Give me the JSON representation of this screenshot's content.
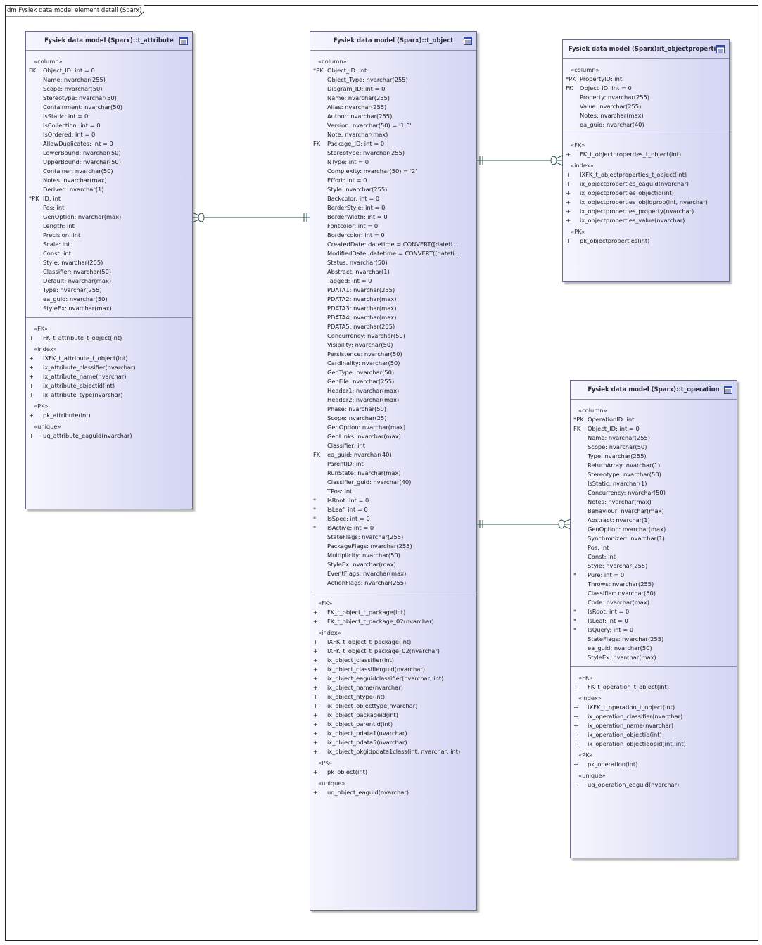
{
  "diagram": {
    "title": "dm Fysiek data model element detail (Sparx)"
  },
  "entities": [
    {
      "id": "t_attribute",
      "name": "Fysiek data model (Sparx)::t_attribute",
      "icon": "table-icon",
      "columns_stereotype": "«column»",
      "columns": [
        {
          "mark": "FK",
          "text": "Object_ID: int = 0"
        },
        {
          "mark": "",
          "text": "Name: nvarchar(255)"
        },
        {
          "mark": "",
          "text": "Scope: nvarchar(50)"
        },
        {
          "mark": "",
          "text": "Stereotype: nvarchar(50)"
        },
        {
          "mark": "",
          "text": "Containment: nvarchar(50)"
        },
        {
          "mark": "",
          "text": "IsStatic: int = 0"
        },
        {
          "mark": "",
          "text": "IsCollection: int = 0"
        },
        {
          "mark": "",
          "text": "IsOrdered: int = 0"
        },
        {
          "mark": "",
          "text": "AllowDuplicates: int = 0"
        },
        {
          "mark": "",
          "text": "LowerBound: nvarchar(50)"
        },
        {
          "mark": "",
          "text": "UpperBound: nvarchar(50)"
        },
        {
          "mark": "",
          "text": "Container: nvarchar(50)"
        },
        {
          "mark": "",
          "text": "Notes: nvarchar(max)"
        },
        {
          "mark": "",
          "text": "Derived: nvarchar(1)"
        },
        {
          "mark": "*PK",
          "text": "ID: int"
        },
        {
          "mark": "",
          "text": "Pos: int"
        },
        {
          "mark": "",
          "text": "GenOption: nvarchar(max)"
        },
        {
          "mark": "",
          "text": "Length: int"
        },
        {
          "mark": "",
          "text": "Precision: int"
        },
        {
          "mark": "",
          "text": "Scale: int"
        },
        {
          "mark": "",
          "text": "Const: int"
        },
        {
          "mark": "",
          "text": "Style: nvarchar(255)"
        },
        {
          "mark": "",
          "text": "Classifier: nvarchar(50)"
        },
        {
          "mark": "",
          "text": "Default: nvarchar(max)"
        },
        {
          "mark": "",
          "text": "Type: nvarchar(255)"
        },
        {
          "mark": "",
          "text": "ea_guid: nvarchar(50)"
        },
        {
          "mark": "",
          "text": "StyleEx: nvarchar(max)"
        }
      ],
      "operations": [
        {
          "stereotype": "«FK»",
          "items": [
            "FK_t_attribute_t_object(int)"
          ]
        },
        {
          "stereotype": "«index»",
          "items": [
            "IXFK_t_attribute_t_object(int)",
            "ix_attribute_classifier(nvarchar)",
            "ix_attribute_name(nvarchar)",
            "ix_attribute_objectid(int)",
            "ix_attribute_type(nvarchar)"
          ]
        },
        {
          "stereotype": "«PK»",
          "items": [
            "pk_attribute(int)"
          ]
        },
        {
          "stereotype": "«unique»",
          "items": [
            "uq_attribute_eaguid(nvarchar)"
          ]
        }
      ]
    },
    {
      "id": "t_object",
      "name": "Fysiek data model (Sparx)::t_object",
      "icon": "table-icon",
      "columns_stereotype": "«column»",
      "columns": [
        {
          "mark": "*PK",
          "text": "Object_ID: int"
        },
        {
          "mark": "",
          "text": "Object_Type: nvarchar(255)"
        },
        {
          "mark": "",
          "text": "Diagram_ID: int = 0"
        },
        {
          "mark": "",
          "text": "Name: nvarchar(255)"
        },
        {
          "mark": "",
          "text": "Alias: nvarchar(255)"
        },
        {
          "mark": "",
          "text": "Author: nvarchar(255)"
        },
        {
          "mark": "",
          "text": "Version: nvarchar(50) = '1.0'"
        },
        {
          "mark": "",
          "text": "Note: nvarchar(max)"
        },
        {
          "mark": "FK",
          "text": "Package_ID: int = 0"
        },
        {
          "mark": "",
          "text": "Stereotype: nvarchar(255)"
        },
        {
          "mark": "",
          "text": "NType: int = 0"
        },
        {
          "mark": "",
          "text": "Complexity: nvarchar(50) = '2'"
        },
        {
          "mark": "",
          "text": "Effort: int = 0"
        },
        {
          "mark": "",
          "text": "Style: nvarchar(255)"
        },
        {
          "mark": "",
          "text": "Backcolor: int = 0"
        },
        {
          "mark": "",
          "text": "BorderStyle: int = 0"
        },
        {
          "mark": "",
          "text": "BorderWidth: int = 0"
        },
        {
          "mark": "",
          "text": "Fontcolor: int = 0"
        },
        {
          "mark": "",
          "text": "Bordercolor: int = 0"
        },
        {
          "mark": "",
          "text": "CreatedDate: datetime = CONVERT([dateti..."
        },
        {
          "mark": "",
          "text": "ModifiedDate: datetime = CONVERT([dateti..."
        },
        {
          "mark": "",
          "text": "Status: nvarchar(50)"
        },
        {
          "mark": "",
          "text": "Abstract: nvarchar(1)"
        },
        {
          "mark": "",
          "text": "Tagged: int = 0"
        },
        {
          "mark": "",
          "text": "PDATA1: nvarchar(255)"
        },
        {
          "mark": "",
          "text": "PDATA2: nvarchar(max)"
        },
        {
          "mark": "",
          "text": "PDATA3: nvarchar(max)"
        },
        {
          "mark": "",
          "text": "PDATA4: nvarchar(max)"
        },
        {
          "mark": "",
          "text": "PDATA5: nvarchar(255)"
        },
        {
          "mark": "",
          "text": "Concurrency: nvarchar(50)"
        },
        {
          "mark": "",
          "text": "Visibility: nvarchar(50)"
        },
        {
          "mark": "",
          "text": "Persistence: nvarchar(50)"
        },
        {
          "mark": "",
          "text": "Cardinality: nvarchar(50)"
        },
        {
          "mark": "",
          "text": "GenType: nvarchar(50)"
        },
        {
          "mark": "",
          "text": "GenFile: nvarchar(255)"
        },
        {
          "mark": "",
          "text": "Header1: nvarchar(max)"
        },
        {
          "mark": "",
          "text": "Header2: nvarchar(max)"
        },
        {
          "mark": "",
          "text": "Phase: nvarchar(50)"
        },
        {
          "mark": "",
          "text": "Scope: nvarchar(25)"
        },
        {
          "mark": "",
          "text": "GenOption: nvarchar(max)"
        },
        {
          "mark": "",
          "text": "GenLinks: nvarchar(max)"
        },
        {
          "mark": "",
          "text": "Classifier: int"
        },
        {
          "mark": "FK",
          "text": "ea_guid: nvarchar(40)"
        },
        {
          "mark": "",
          "text": "ParentID: int"
        },
        {
          "mark": "",
          "text": "RunState: nvarchar(max)"
        },
        {
          "mark": "",
          "text": "Classifier_guid: nvarchar(40)"
        },
        {
          "mark": "",
          "text": "TPos: int"
        },
        {
          "mark": "*",
          "text": "IsRoot: int = 0"
        },
        {
          "mark": "*",
          "text": "IsLeaf: int = 0"
        },
        {
          "mark": "*",
          "text": "IsSpec: int = 0"
        },
        {
          "mark": "*",
          "text": "IsActive: int = 0"
        },
        {
          "mark": "",
          "text": "StateFlags: nvarchar(255)"
        },
        {
          "mark": "",
          "text": "PackageFlags: nvarchar(255)"
        },
        {
          "mark": "",
          "text": "Multiplicity: nvarchar(50)"
        },
        {
          "mark": "",
          "text": "StyleEx: nvarchar(max)"
        },
        {
          "mark": "",
          "text": "EventFlags: nvarchar(max)"
        },
        {
          "mark": "",
          "text": "ActionFlags: nvarchar(255)"
        }
      ],
      "operations": [
        {
          "stereotype": "«FK»",
          "items": [
            "FK_t_object_t_package(int)",
            "FK_t_object_t_package_02(nvarchar)"
          ]
        },
        {
          "stereotype": "«index»",
          "items": [
            "IXFK_t_object_t_package(int)",
            "IXFK_t_object_t_package_02(nvarchar)",
            "ix_object_classifier(int)",
            "ix_object_classifierguid(nvarchar)",
            "ix_object_eaguidclassifier(nvarchar, int)",
            "ix_object_name(nvarchar)",
            "ix_object_ntype(int)",
            "ix_object_objecttype(nvarchar)",
            "ix_object_packageid(int)",
            "ix_object_parentid(int)",
            "ix_object_pdata1(nvarchar)",
            "ix_object_pdata5(nvarchar)",
            "ix_object_pkgidpdata1class(int, nvarchar, int)"
          ]
        },
        {
          "stereotype": "«PK»",
          "items": [
            "pk_object(int)"
          ]
        },
        {
          "stereotype": "«unique»",
          "items": [
            "uq_object_eaguid(nvarchar)"
          ]
        }
      ]
    },
    {
      "id": "t_objectproperties",
      "name": "Fysiek data model (Sparx)::t_objectproperties",
      "icon": "table-icon",
      "columns_stereotype": "«column»",
      "columns": [
        {
          "mark": "*PK",
          "text": "PropertyID: int"
        },
        {
          "mark": "FK",
          "text": "Object_ID: int = 0"
        },
        {
          "mark": "",
          "text": "Property: nvarchar(255)"
        },
        {
          "mark": "",
          "text": "Value: nvarchar(255)"
        },
        {
          "mark": "",
          "text": "Notes: nvarchar(max)"
        },
        {
          "mark": "",
          "text": "ea_guid: nvarchar(40)"
        }
      ],
      "operations": [
        {
          "stereotype": "«FK»",
          "items": [
            "FK_t_objectproperties_t_object(int)"
          ]
        },
        {
          "stereotype": "«index»",
          "items": [
            "IXFK_t_objectproperties_t_object(int)",
            "ix_objectproperties_eaguid(nvarchar)",
            "ix_objectproperties_objectid(int)",
            "ix_objectproperties_objidprop(int, nvarchar)",
            "ix_objectproperties_property(nvarchar)",
            "ix_objectproperties_value(nvarchar)"
          ]
        },
        {
          "stereotype": "«PK»",
          "items": [
            "pk_objectproperties(int)"
          ]
        }
      ]
    },
    {
      "id": "t_operation",
      "name": "Fysiek data model (Sparx)::t_operation",
      "icon": "table-icon",
      "columns_stereotype": "«column»",
      "columns": [
        {
          "mark": "*PK",
          "text": "OperationID: int"
        },
        {
          "mark": "FK",
          "text": "Object_ID: int = 0"
        },
        {
          "mark": "",
          "text": "Name: nvarchar(255)"
        },
        {
          "mark": "",
          "text": "Scope: nvarchar(50)"
        },
        {
          "mark": "",
          "text": "Type: nvarchar(255)"
        },
        {
          "mark": "",
          "text": "ReturnArray: nvarchar(1)"
        },
        {
          "mark": "",
          "text": "Stereotype: nvarchar(50)"
        },
        {
          "mark": "",
          "text": "IsStatic: nvarchar(1)"
        },
        {
          "mark": "",
          "text": "Concurrency: nvarchar(50)"
        },
        {
          "mark": "",
          "text": "Notes: nvarchar(max)"
        },
        {
          "mark": "",
          "text": "Behaviour: nvarchar(max)"
        },
        {
          "mark": "",
          "text": "Abstract: nvarchar(1)"
        },
        {
          "mark": "",
          "text": "GenOption: nvarchar(max)"
        },
        {
          "mark": "",
          "text": "Synchronized: nvarchar(1)"
        },
        {
          "mark": "",
          "text": "Pos: int"
        },
        {
          "mark": "",
          "text": "Const: int"
        },
        {
          "mark": "",
          "text": "Style: nvarchar(255)"
        },
        {
          "mark": "*",
          "text": "Pure: int = 0"
        },
        {
          "mark": "",
          "text": "Throws: nvarchar(255)"
        },
        {
          "mark": "",
          "text": "Classifier: nvarchar(50)"
        },
        {
          "mark": "",
          "text": "Code: nvarchar(max)"
        },
        {
          "mark": "*",
          "text": "IsRoot: int = 0"
        },
        {
          "mark": "*",
          "text": "IsLeaf: int = 0"
        },
        {
          "mark": "*",
          "text": "IsQuery: int = 0"
        },
        {
          "mark": "",
          "text": "StateFlags: nvarchar(255)"
        },
        {
          "mark": "",
          "text": "ea_guid: nvarchar(50)"
        },
        {
          "mark": "",
          "text": "StyleEx: nvarchar(max)"
        }
      ],
      "operations": [
        {
          "stereotype": "«FK»",
          "items": [
            "FK_t_operation_t_object(int)"
          ]
        },
        {
          "stereotype": "«index»",
          "items": [
            "IXFK_t_operation_t_object(int)",
            "ix_operation_classifier(nvarchar)",
            "ix_operation_name(nvarchar)",
            "ix_operation_objectid(int)",
            "ix_operation_objectidopid(int, int)"
          ]
        },
        {
          "stereotype": "«PK»",
          "items": [
            "pk_operation(int)"
          ]
        },
        {
          "stereotype": "«unique»",
          "items": [
            "uq_operation_eaguid(nvarchar)"
          ]
        }
      ]
    }
  ],
  "operation_mark": "+",
  "relationships": [
    {
      "from": "t_attribute",
      "from_end": "zero-or-many",
      "to": "t_object",
      "to_end": "exactly-one"
    },
    {
      "from": "t_object",
      "from_end": "exactly-one",
      "to": "t_objectproperties",
      "to_end": "zero-or-many"
    },
    {
      "from": "t_object",
      "from_end": "exactly-one",
      "to": "t_operation",
      "to_end": "zero-or-many"
    }
  ],
  "colors": {
    "entity_fill_light": "#f6f6fe",
    "entity_fill_dark": "#d3d5f3",
    "border": "#6b6b8a",
    "line": "#2f4f4f"
  }
}
